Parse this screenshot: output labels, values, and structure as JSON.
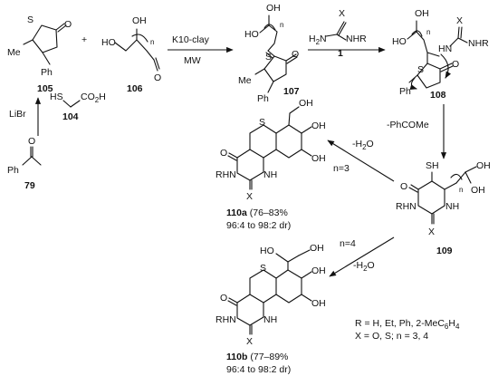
{
  "reactants": {
    "thiolane": {
      "label": "105",
      "atoms": {
        "s": "S",
        "o": "O",
        "me": "Me",
        "ph": "Ph"
      }
    },
    "diol": {
      "label": "106",
      "atoms": {
        "oh1": "OH",
        "ho": "HO",
        "o": "O",
        "n": "n"
      }
    },
    "acetophenone": {
      "label": "79",
      "atoms": {
        "ph": "Ph",
        "o": "O"
      }
    },
    "thioglycolic": {
      "label": "104",
      "atoms": {
        "hs": "HS",
        "acid": "CO",
        "sub": "2",
        "h": "H"
      }
    }
  },
  "reagents": {
    "clay": "K10-clay",
    "mw": "MW",
    "libr": "LiBr",
    "plus": "+"
  },
  "urea": {
    "label": "1",
    "atoms": {
      "x": "X",
      "h2n": "H",
      "h2sub": "2",
      "n": "N",
      "nhr": "NHR"
    }
  },
  "intermediate_107": {
    "label": "107",
    "atoms": {
      "oh": "OH",
      "ho": "HO",
      "n": "n",
      "s": "S",
      "o": "O",
      "me": "Me",
      "ph": "Ph"
    }
  },
  "intermediate_108": {
    "label": "108",
    "atoms": {
      "oh": "OH",
      "ho": "HO",
      "n": "n",
      "hn": "HN",
      "x": "X",
      "nhr": "NHR",
      "s": "S",
      "o": "O",
      "ph": "Ph"
    }
  },
  "step_phcome": "-PhCOMe",
  "intermediate_109": {
    "label": "109",
    "atoms": {
      "sh": "SH",
      "oh1": "OH",
      "oh2": "OH",
      "n": "n",
      "o": "O",
      "rhn": "RHN",
      "nh": "NH",
      "x": "X"
    }
  },
  "product_110a": {
    "label": "110a",
    "yield": "(76–83%",
    "dr": "96:4 to 98:2 dr)",
    "condition": "n=3",
    "water": "-H",
    "water_sub": "2",
    "water_o": "O",
    "atoms": {
      "oh1": "OH",
      "oh2": "OH",
      "oh3": "OH",
      "s": "S",
      "o": "O",
      "rhn": "RHN",
      "nh": "NH",
      "x": "X"
    }
  },
  "product_110b": {
    "label": "110b",
    "yield": "(77–89%",
    "dr": "96:4 to 98:2 dr)",
    "condition": "n=4",
    "water": "-H",
    "water_sub": "2",
    "water_o": "O",
    "atoms": {
      "ho": "HO",
      "oh1": "OH",
      "oh2": "OH",
      "oh3": "OH",
      "s": "S",
      "o": "O",
      "rhn": "RHN",
      "nh": "NH",
      "x": "X"
    }
  },
  "definitions": {
    "r_prefix": "R = H, Et, Ph, 2-MeC",
    "r_sub1": "6",
    "r_mid": "H",
    "r_sub2": "4",
    "x_line": "X = O, S; n = 3, 4"
  }
}
